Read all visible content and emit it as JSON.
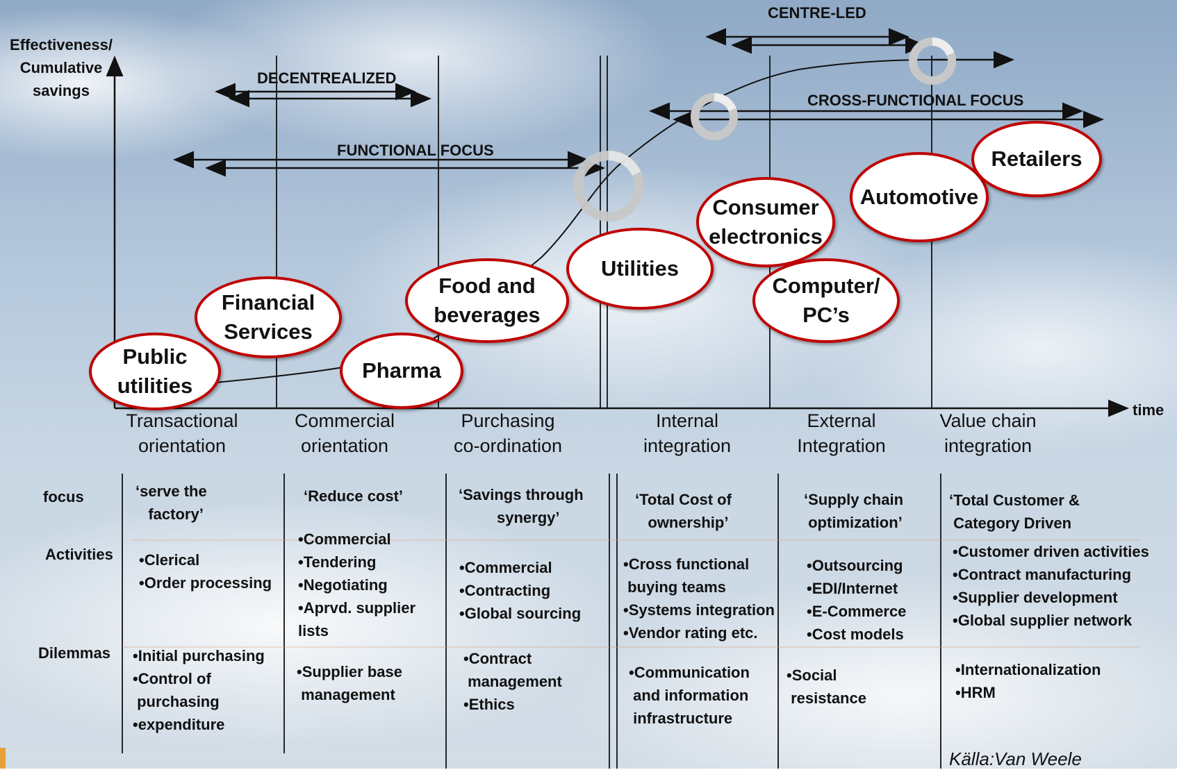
{
  "y_axis_label": "Effectiveness/\nCumulative\nsavings",
  "x_axis_label": "time",
  "arrows": {
    "decentralized": "DECENTREALIZED",
    "functional_focus": "FUNCTIONAL FOCUS",
    "centre_led": "CENTRE-LED",
    "cross_functional_focus": "CROSS-FUNCTIONAL FOCUS"
  },
  "industries": [
    "Public\nutilities",
    "Financial\nServices",
    "Pharma",
    "Food and\nbeverages",
    "Utilities",
    "Consumer\nelectronics",
    "Computer/\nPC’s",
    "Automotive",
    "Retailers"
  ],
  "stages": [
    "Transactional\norientation",
    "Commercial\norientation",
    "Purchasing\nco-ordination",
    "Internal\nintegration",
    "External\nIntegration",
    "Value chain\nintegration"
  ],
  "row_labels": {
    "focus": "focus",
    "activities": "Activities",
    "dilemmas": "Dilemmas"
  },
  "table": {
    "focus": [
      "‘serve the\n   factory’",
      "‘Reduce cost’",
      "‘Savings through\n         synergy’",
      "‘Total Cost of\n   ownership’",
      "‘Supply chain\n optimization’",
      "‘Total Customer &\n Category Driven"
    ],
    "activities": [
      "•Clerical\n•Order processing",
      "•Commercial\n•Tendering\n•Negotiating\n•Aprvd. supplier\nlists",
      "•Commercial\n•Contracting\n•Global sourcing",
      "•Cross functional\n buying teams\n•Systems integration\n•Vendor rating etc.",
      "•Outsourcing\n•EDI/Internet\n•E-Commerce\n•Cost models",
      "•Customer driven activities\n•Contract manufacturing\n•Supplier development\n•Global supplier network"
    ],
    "dilemmas": [
      "•Initial purchasing\n•Control of\n purchasing\n•expenditure",
      "•Supplier base\n management",
      "•Contract\n management\n•Ethics",
      "•Communication\n and information\n infrastructure",
      "•Social\n resistance",
      "•Internationalization\n•HRM"
    ]
  },
  "source": "Källa:Van Weele",
  "colors": {
    "ellipse_border": "#c00000",
    "axis": "#111111",
    "background_sky": "#b5c8dc"
  }
}
